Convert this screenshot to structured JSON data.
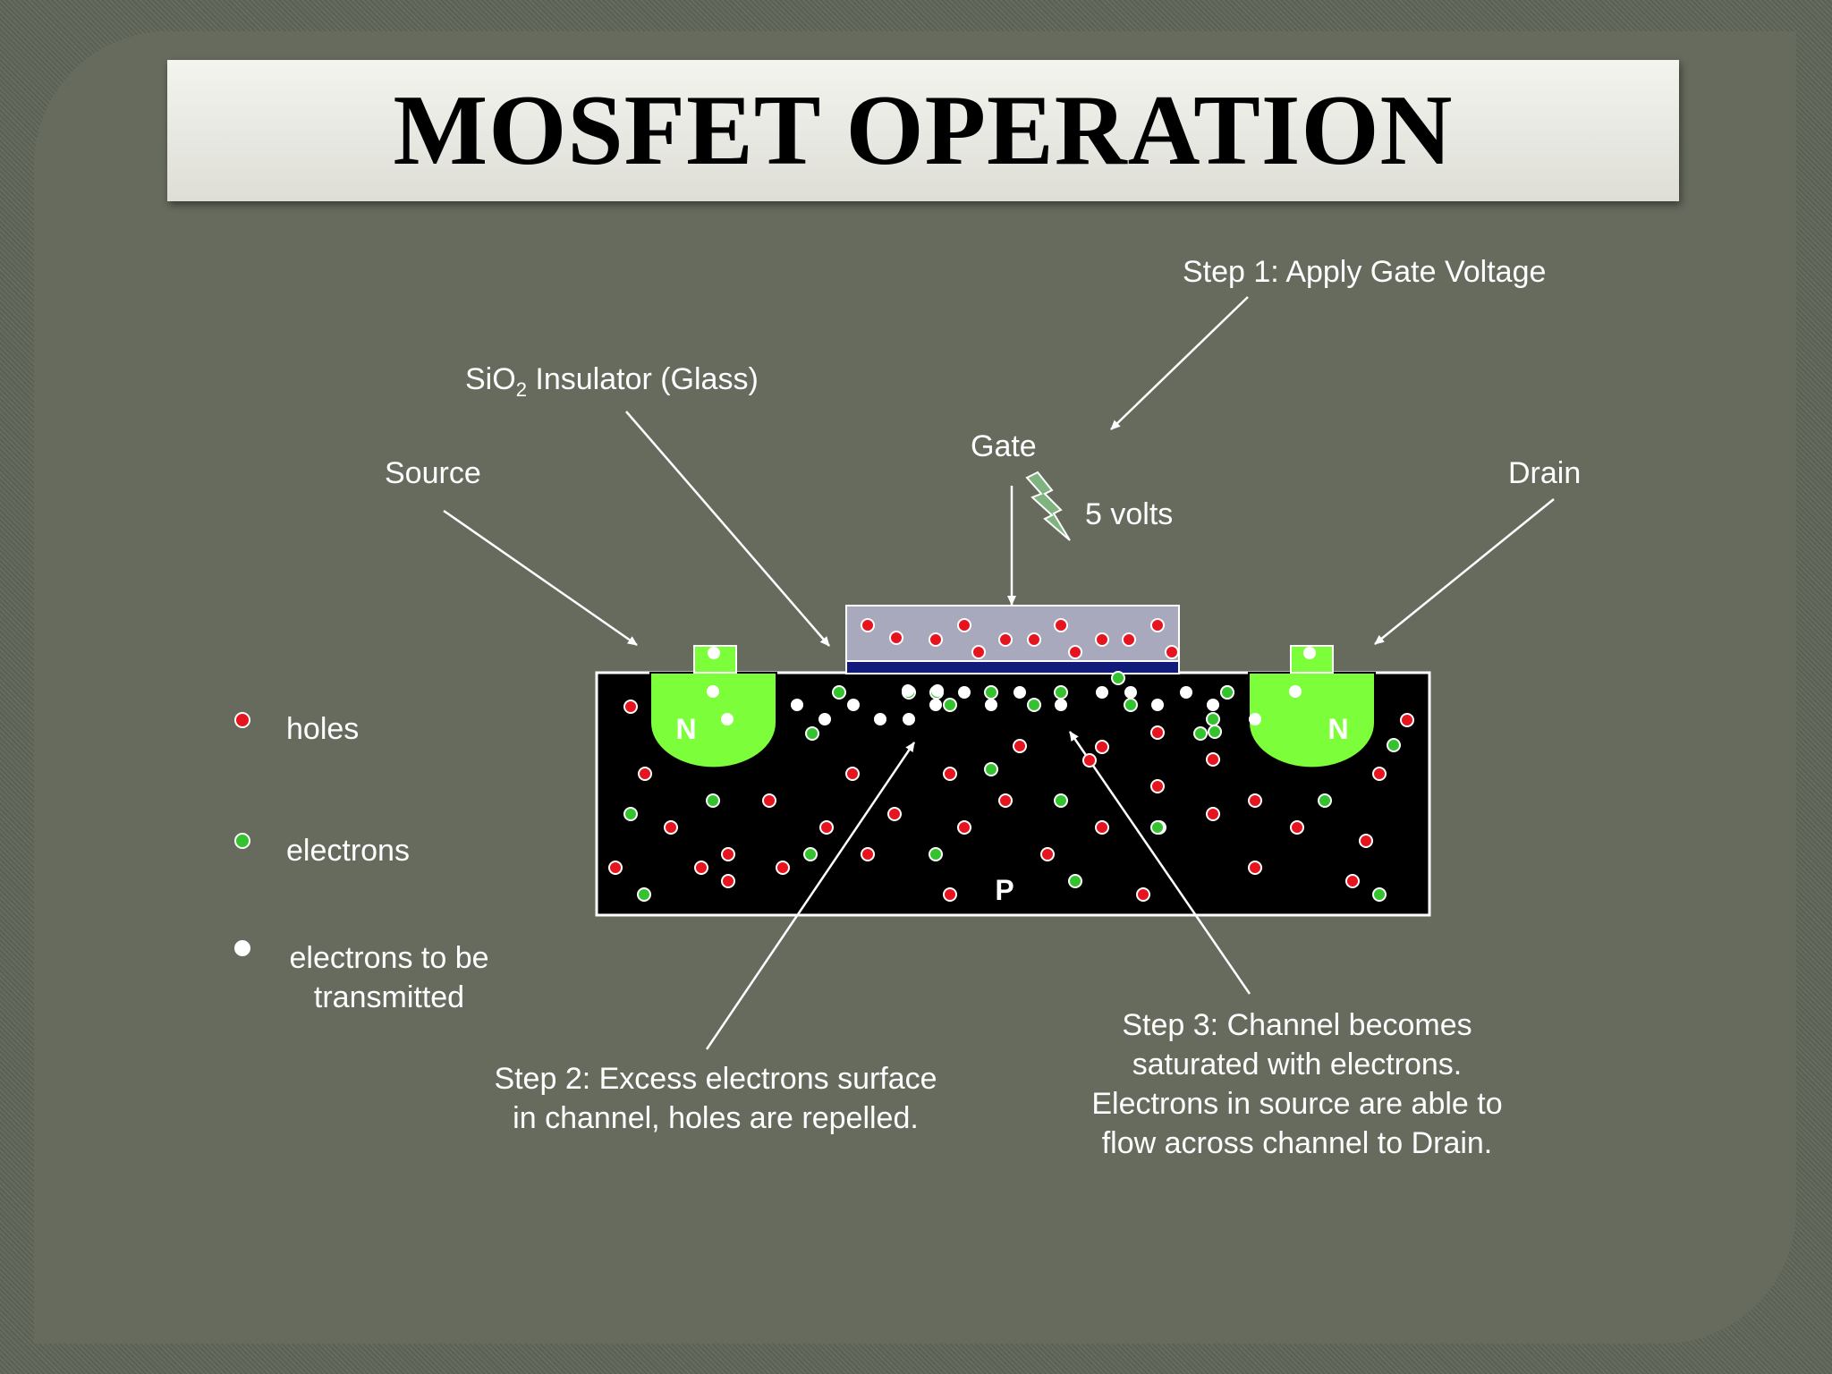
{
  "title": "MOSFET OPERATION",
  "labels": {
    "step1": "Step 1:  Apply Gate Voltage",
    "sio2_main": "SiO",
    "sio2_sub": "2",
    "sio2_rest": " Insulator (Glass)",
    "gate": "Gate",
    "volts": "5 volts",
    "source": "Source",
    "drain": "Drain",
    "n_left": "N",
    "n_right": "N",
    "p": "P",
    "step2_line1": "Step 2:  Excess electrons surface",
    "step2_line2": "in channel, holes are repelled.",
    "step3_line1": "Step 3:  Channel becomes",
    "step3_line2": "saturated with electrons.",
    "step3_line3": "Electrons in source are able to",
    "step3_line4": "flow across channel to Drain."
  },
  "legend": [
    {
      "label": "holes",
      "color": "#e5141e"
    },
    {
      "label": "electrons",
      "color": "#34c32e"
    },
    {
      "label_line1": "electrons to be",
      "label_line2": "transmitted",
      "color": "#ffffff"
    }
  ],
  "colors": {
    "hole": "#e5141e",
    "electron": "#34c32e",
    "transmit_electron": "#ffffff",
    "n_region": "#7cff3a",
    "substrate": "#000000",
    "gate_metal": "#a9a9bd",
    "oxide": "#121a7a",
    "bolt": "#7fb37f"
  }
}
